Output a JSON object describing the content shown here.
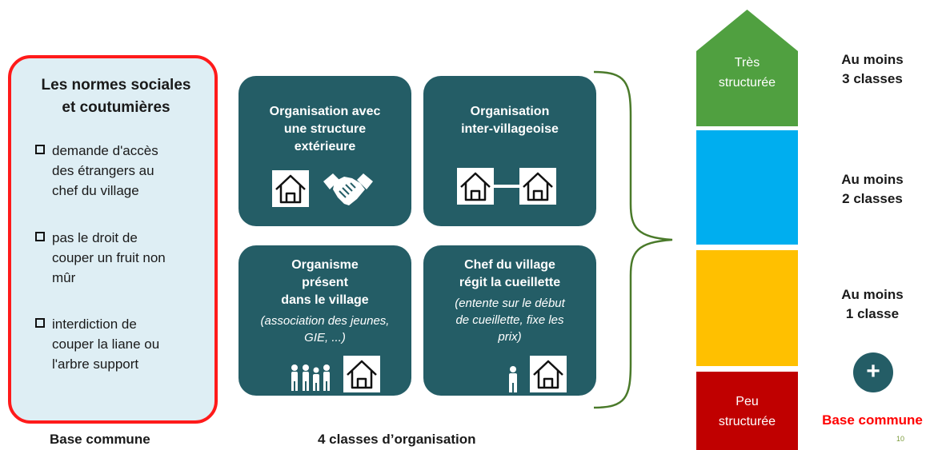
{
  "left_panel": {
    "title_line1": "Les normes sociales",
    "title_line2": "et coutumières",
    "bullets": [
      {
        "lines": [
          "demande d'accès",
          "des étrangers au",
          "chef du village"
        ]
      },
      {
        "lines": [
          "pas le droit de",
          "couper un fruit non",
          "mûr"
        ]
      },
      {
        "lines": [
          "interdiction de",
          "couper la liane ou",
          "l'arbre support"
        ]
      }
    ],
    "caption": "Base commune"
  },
  "organisations": {
    "caption": "4 classes d’organisation",
    "box1": {
      "title": [
        "Organisation avec",
        "une structure",
        "extérieure"
      ],
      "icons": [
        "house-icon",
        "handshake-icon"
      ]
    },
    "box2": {
      "title": [
        "Organisation",
        "inter-villageoise"
      ],
      "icons": [
        "house-icon",
        "house-icon"
      ]
    },
    "box3": {
      "title": [
        "Organisme",
        "présent",
        "dans le village"
      ],
      "subtitle": [
        "(association des jeunes,",
        "GIE, ...)"
      ],
      "icons": [
        "people-group-icon",
        "house-icon"
      ]
    },
    "box4": {
      "title": [
        "Chef du village",
        "régit la cueillette"
      ],
      "subtitle": [
        "(entente sur le début",
        "de cueillette, fixe les",
        "prix)"
      ],
      "icons": [
        "person-icon",
        "house-icon"
      ]
    }
  },
  "pillar": {
    "top_label": [
      "Très",
      "structurée"
    ],
    "bottom_label": [
      "Peu",
      "structurée"
    ],
    "colors": {
      "green": "#50a040",
      "blue": "#00aeef",
      "yellow": "#ffc000",
      "red": "#c00000"
    }
  },
  "levels": {
    "level3": [
      "Au moins",
      "3 classes"
    ],
    "level2": [
      "Au moins",
      "2 classes"
    ],
    "level1": [
      "Au moins",
      "1 classe"
    ],
    "plus": "+",
    "base": "Base commune"
  },
  "page_number": "10",
  "colors": {
    "teal": "#245d66",
    "red_border": "#ff1a1a",
    "light_blue": "#deeef4",
    "base_red": "#ff0000",
    "brace_green": "#4a7a2a"
  }
}
